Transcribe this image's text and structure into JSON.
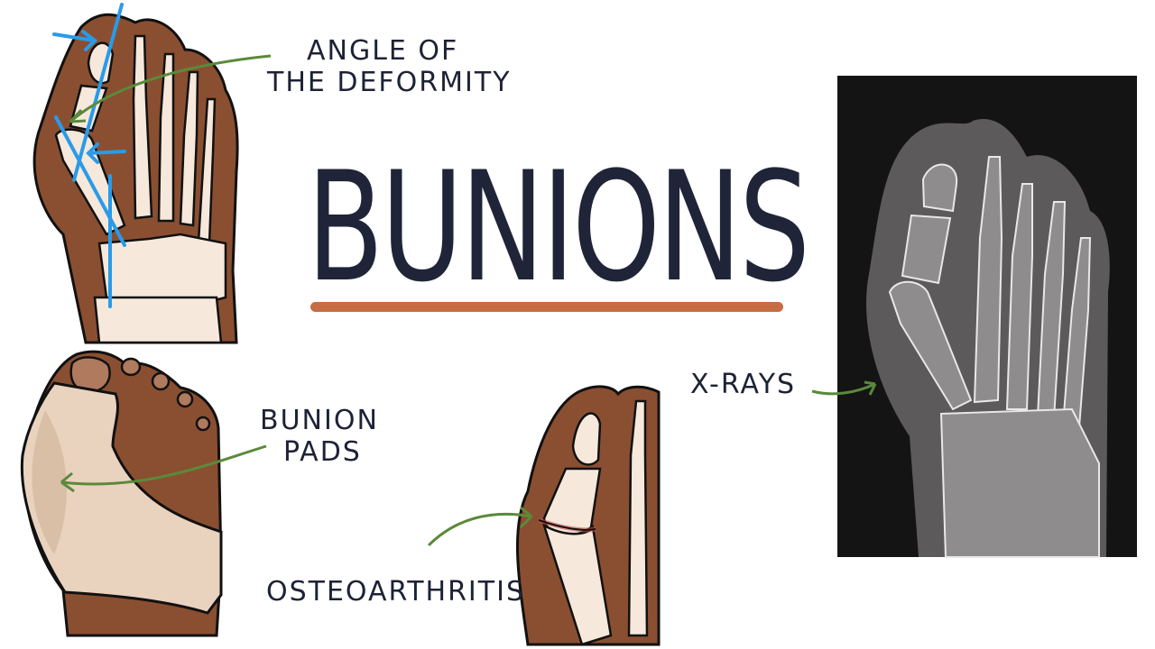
{
  "title": "BUNIONS",
  "labels": {
    "angle": [
      "ANGLE OF",
      "THE DEFORMITY"
    ],
    "pads": [
      "BUNION",
      "PADS"
    ],
    "osteoarthritis": "OSTEOARTHRITIS",
    "xrays": "X-RAYS"
  },
  "colors": {
    "title": "#1f2438",
    "underline": "#c76d44",
    "arrow_green": "#5a8a3a",
    "skin": "#8a4f31",
    "bone": "#f6e9dc",
    "angle_lines": "#2a9be8",
    "pad": "#e9d3bf",
    "xray_bg": "#141414"
  },
  "panels": [
    {
      "name": "angle-of-deformity-foot",
      "description": "foot skeleton with blue angle lines"
    },
    {
      "name": "bunion-pad-foot",
      "description": "foot wearing a bunion pad"
    },
    {
      "name": "osteoarthritis-joint",
      "description": "big toe joint with arthritic line"
    },
    {
      "name": "xray-foot",
      "description": "x-ray of foot with bunion"
    }
  ]
}
